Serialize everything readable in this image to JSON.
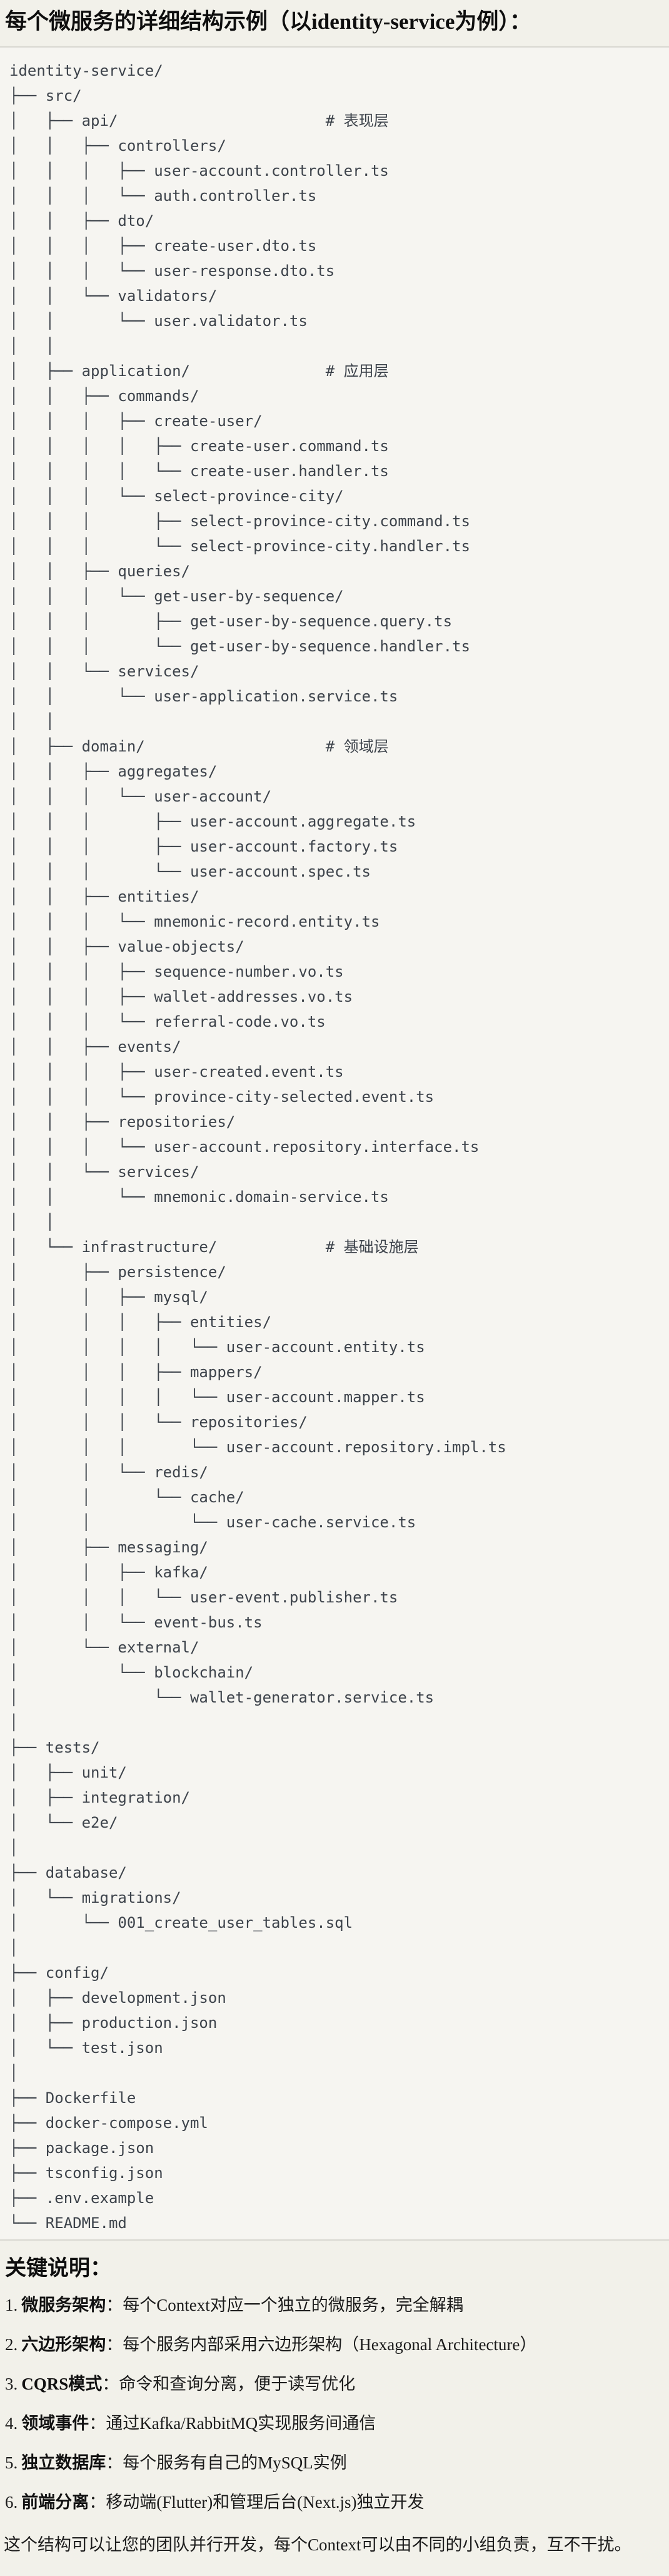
{
  "page": {
    "title": "每个微服务的详细结构示例（以identity-service为例）：",
    "tree_lines": [
      "identity-service/",
      "├── src/",
      "│   ├── api/                       # 表现层",
      "│   │   ├── controllers/",
      "│   │   │   ├── user-account.controller.ts",
      "│   │   │   └── auth.controller.ts",
      "│   │   ├── dto/",
      "│   │   │   ├── create-user.dto.ts",
      "│   │   │   └── user-response.dto.ts",
      "│   │   └── validators/",
      "│   │       └── user.validator.ts",
      "│   │",
      "│   ├── application/               # 应用层",
      "│   │   ├── commands/",
      "│   │   │   ├── create-user/",
      "│   │   │   │   ├── create-user.command.ts",
      "│   │   │   │   └── create-user.handler.ts",
      "│   │   │   └── select-province-city/",
      "│   │   │       ├── select-province-city.command.ts",
      "│   │   │       └── select-province-city.handler.ts",
      "│   │   ├── queries/",
      "│   │   │   └── get-user-by-sequence/",
      "│   │   │       ├── get-user-by-sequence.query.ts",
      "│   │   │       └── get-user-by-sequence.handler.ts",
      "│   │   └── services/",
      "│   │       └── user-application.service.ts",
      "│   │",
      "│   ├── domain/                    # 领域层",
      "│   │   ├── aggregates/",
      "│   │   │   └── user-account/",
      "│   │   │       ├── user-account.aggregate.ts",
      "│   │   │       ├── user-account.factory.ts",
      "│   │   │       └── user-account.spec.ts",
      "│   │   ├── entities/",
      "│   │   │   └── mnemonic-record.entity.ts",
      "│   │   ├── value-objects/",
      "│   │   │   ├── sequence-number.vo.ts",
      "│   │   │   ├── wallet-addresses.vo.ts",
      "│   │   │   └── referral-code.vo.ts",
      "│   │   ├── events/",
      "│   │   │   ├── user-created.event.ts",
      "│   │   │   └── province-city-selected.event.ts",
      "│   │   ├── repositories/",
      "│   │   │   └── user-account.repository.interface.ts",
      "│   │   └── services/",
      "│   │       └── mnemonic.domain-service.ts",
      "│   │",
      "│   └── infrastructure/            # 基础设施层",
      "│       ├── persistence/",
      "│       │   ├── mysql/",
      "│       │   │   ├── entities/",
      "│       │   │   │   └── user-account.entity.ts",
      "│       │   │   ├── mappers/",
      "│       │   │   │   └── user-account.mapper.ts",
      "│       │   │   └── repositories/",
      "│       │   │       └── user-account.repository.impl.ts",
      "│       │   └── redis/",
      "│       │       └── cache/",
      "│       │           └── user-cache.service.ts",
      "│       ├── messaging/",
      "│       │   ├── kafka/",
      "│       │   │   └── user-event.publisher.ts",
      "│       │   └── event-bus.ts",
      "│       └── external/",
      "│           └── blockchain/",
      "│               └── wallet-generator.service.ts",
      "│",
      "├── tests/",
      "│   ├── unit/",
      "│   ├── integration/",
      "│   └── e2e/",
      "│",
      "├── database/",
      "│   └── migrations/",
      "│       └── 001_create_user_tables.sql",
      "│",
      "├── config/",
      "│   ├── development.json",
      "│   ├── production.json",
      "│   └── test.json",
      "│",
      "├── Dockerfile",
      "├── docker-compose.yml",
      "├── package.json",
      "├── tsconfig.json",
      "├── .env.example",
      "└── README.md"
    ],
    "notes": {
      "heading": "关键说明：",
      "items": [
        {
          "num": "1.",
          "term": "微服务架构",
          "desc": "：每个Context对应一个独立的微服务，完全解耦"
        },
        {
          "num": "2.",
          "term": "六边形架构",
          "desc": "：每个服务内部采用六边形架构（Hexagonal Architecture）"
        },
        {
          "num": "3.",
          "term": "CQRS模式",
          "desc": "：命令和查询分离，便于读写优化"
        },
        {
          "num": "4.",
          "term": "领域事件",
          "desc": "：通过Kafka/RabbitMQ实现服务间通信"
        },
        {
          "num": "5.",
          "term": "独立数据库",
          "desc": "：每个服务有自己的MySQL实例"
        },
        {
          "num": "6.",
          "term": "前端分离",
          "desc": "：移动端(Flutter)和管理后台(Next.js)独立开发"
        }
      ],
      "footer": "这个结构可以让您的团队并行开发，每个Context可以由不同的小组负责，互不干扰。"
    }
  }
}
